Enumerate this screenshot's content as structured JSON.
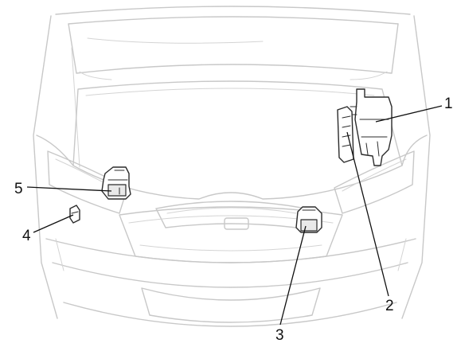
{
  "callouts": [
    {
      "id": "1",
      "label": "1"
    },
    {
      "id": "2",
      "label": "2"
    },
    {
      "id": "3",
      "label": "3"
    },
    {
      "id": "4",
      "label": "4"
    },
    {
      "id": "5",
      "label": "5"
    }
  ],
  "colors": {
    "vehicle_outline": "#c8c8c8",
    "component_stroke": "#2b2b2b",
    "leader_line": "#111111"
  }
}
